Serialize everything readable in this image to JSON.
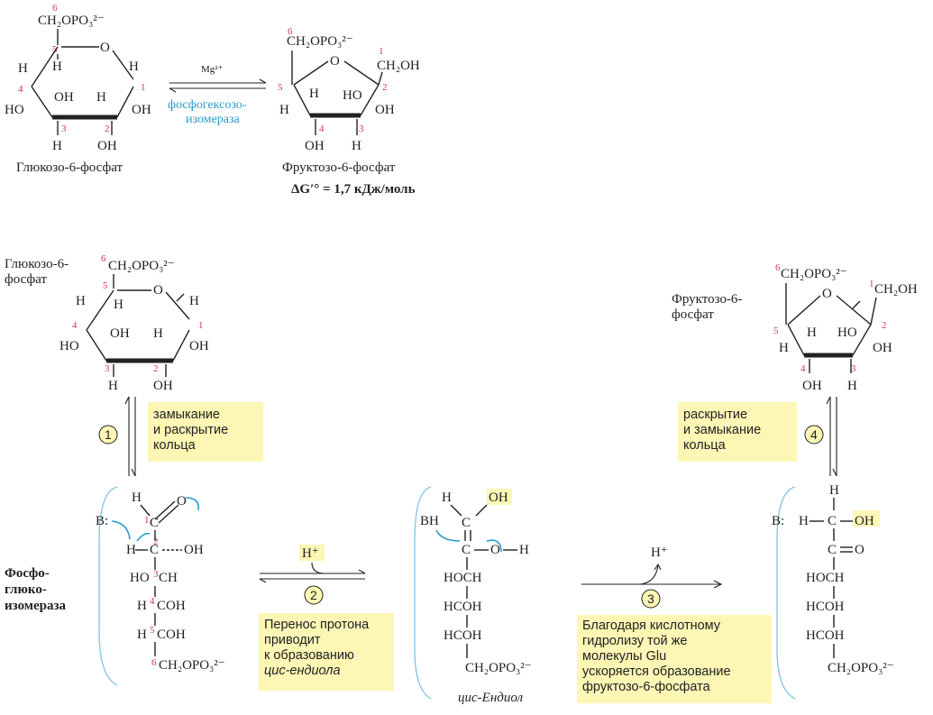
{
  "top": {
    "glucose": {
      "c6": "CH₂OPO₃²⁻",
      "ring_o": "O",
      "h_c5": "H",
      "h_c4_top": "H",
      "h_c1": "H",
      "ho_c4": "HO",
      "oh_c3": "OH",
      "h_c2": "H",
      "oh_c1": "OH",
      "h_c3_bot": "H",
      "oh_c2_bot": "OH",
      "name": "Глюкозо-6-фосфат"
    },
    "fructose": {
      "c6": "CH₂OPO₃²⁻",
      "ring_o": "O",
      "c1": "CH₂OH",
      "h_c5": "H",
      "ho_c5": "H",
      "oh_c2": "OH",
      "h_c4": "H",
      "ho_c3": "HO",
      "oh_c4_bot": "OH",
      "h_c3_bot": "H",
      "name": "Фруктозо-6-фосфат",
      "delta_g": "ΔG′° = 1,7 кДж/моль"
    },
    "cofactor": "Mg²⁺",
    "enzyme_line1": "фосфогексозо-",
    "enzyme_line2": "изомераза"
  },
  "mechanism": {
    "g6p_label_1": "Глюкозо-6-",
    "g6p_label_2": "фосфат",
    "f6p_label_1": "Фруктозо-6-",
    "f6p_label_2": "фосфат",
    "enzyme_side_1": "Фосфо-",
    "enzyme_side_2": "глюко-",
    "enzyme_side_3": "изомераза",
    "step1": {
      "num": "1",
      "lines": [
        "замыкание",
        "и раскрытие",
        "кольца"
      ]
    },
    "step2": {
      "num": "2",
      "lines": [
        "Перенос протона",
        "приводит",
        "к образованию",
        "цис-ендиола"
      ]
    },
    "step3": {
      "num": "3",
      "lines": [
        "Благодаря кислотному",
        "гидролизу той же",
        "молекулы Glu",
        "ускоряется образование",
        "фруктозо-6-фосфата"
      ]
    },
    "step4": {
      "num": "4",
      "lines": [
        "раскрытие",
        "и замыкание",
        "кольца"
      ]
    },
    "h_plus_in": "H⁺",
    "h_plus_out": "H⁺",
    "base": "B:",
    "base_h": "BH",
    "enediol_name": "цис-Ендиол",
    "open_glucose": [
      "HOCH",
      "HCOH",
      "HCOH",
      "CH₂OPO₃²⁻"
    ],
    "open_enediol": [
      "HOCH",
      "HCOH",
      "HCOH",
      "CH₂OPO₃²⁻"
    ],
    "open_fructose": [
      "HOCH",
      "HCOH",
      "HCOH",
      "CH₂OPO₃²⁻"
    ]
  },
  "colors": {
    "highlight": "#fdf6b5",
    "enzyme": "#2a9bd0",
    "carbon_numbers": "#d2335a"
  }
}
